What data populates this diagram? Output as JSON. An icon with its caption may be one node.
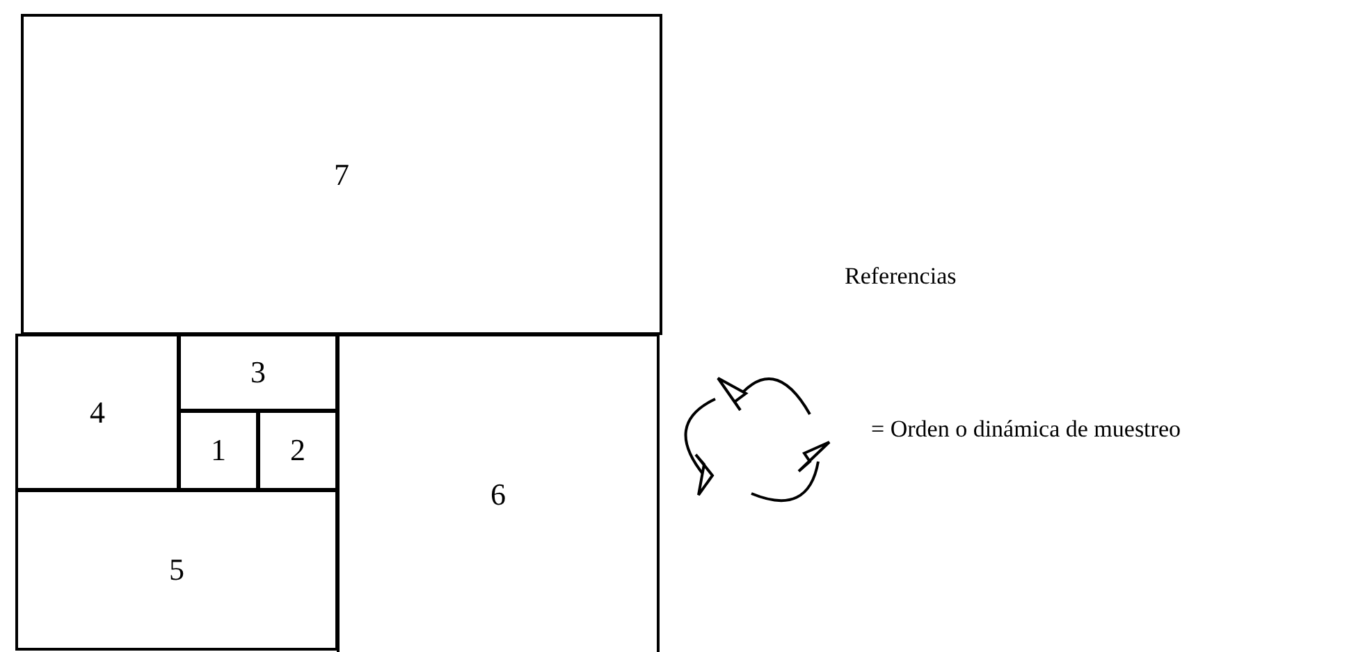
{
  "diagram": {
    "nodes": [
      {
        "text": [
          "7"
        ]
      },
      {
        "text": [
          "4"
        ]
      },
      {
        "text": [
          "3"
        ]
      },
      {
        "text": [
          "1"
        ]
      },
      {
        "text": [
          "2"
        ]
      },
      {
        "text": [
          "6"
        ]
      },
      {
        "text": [
          "5"
        ]
      }
    ],
    "labels": [
      "Referencias"
    ],
    "legend": [
      {
        "text": "= Orden o dinámica de muestreo"
      }
    ]
  }
}
